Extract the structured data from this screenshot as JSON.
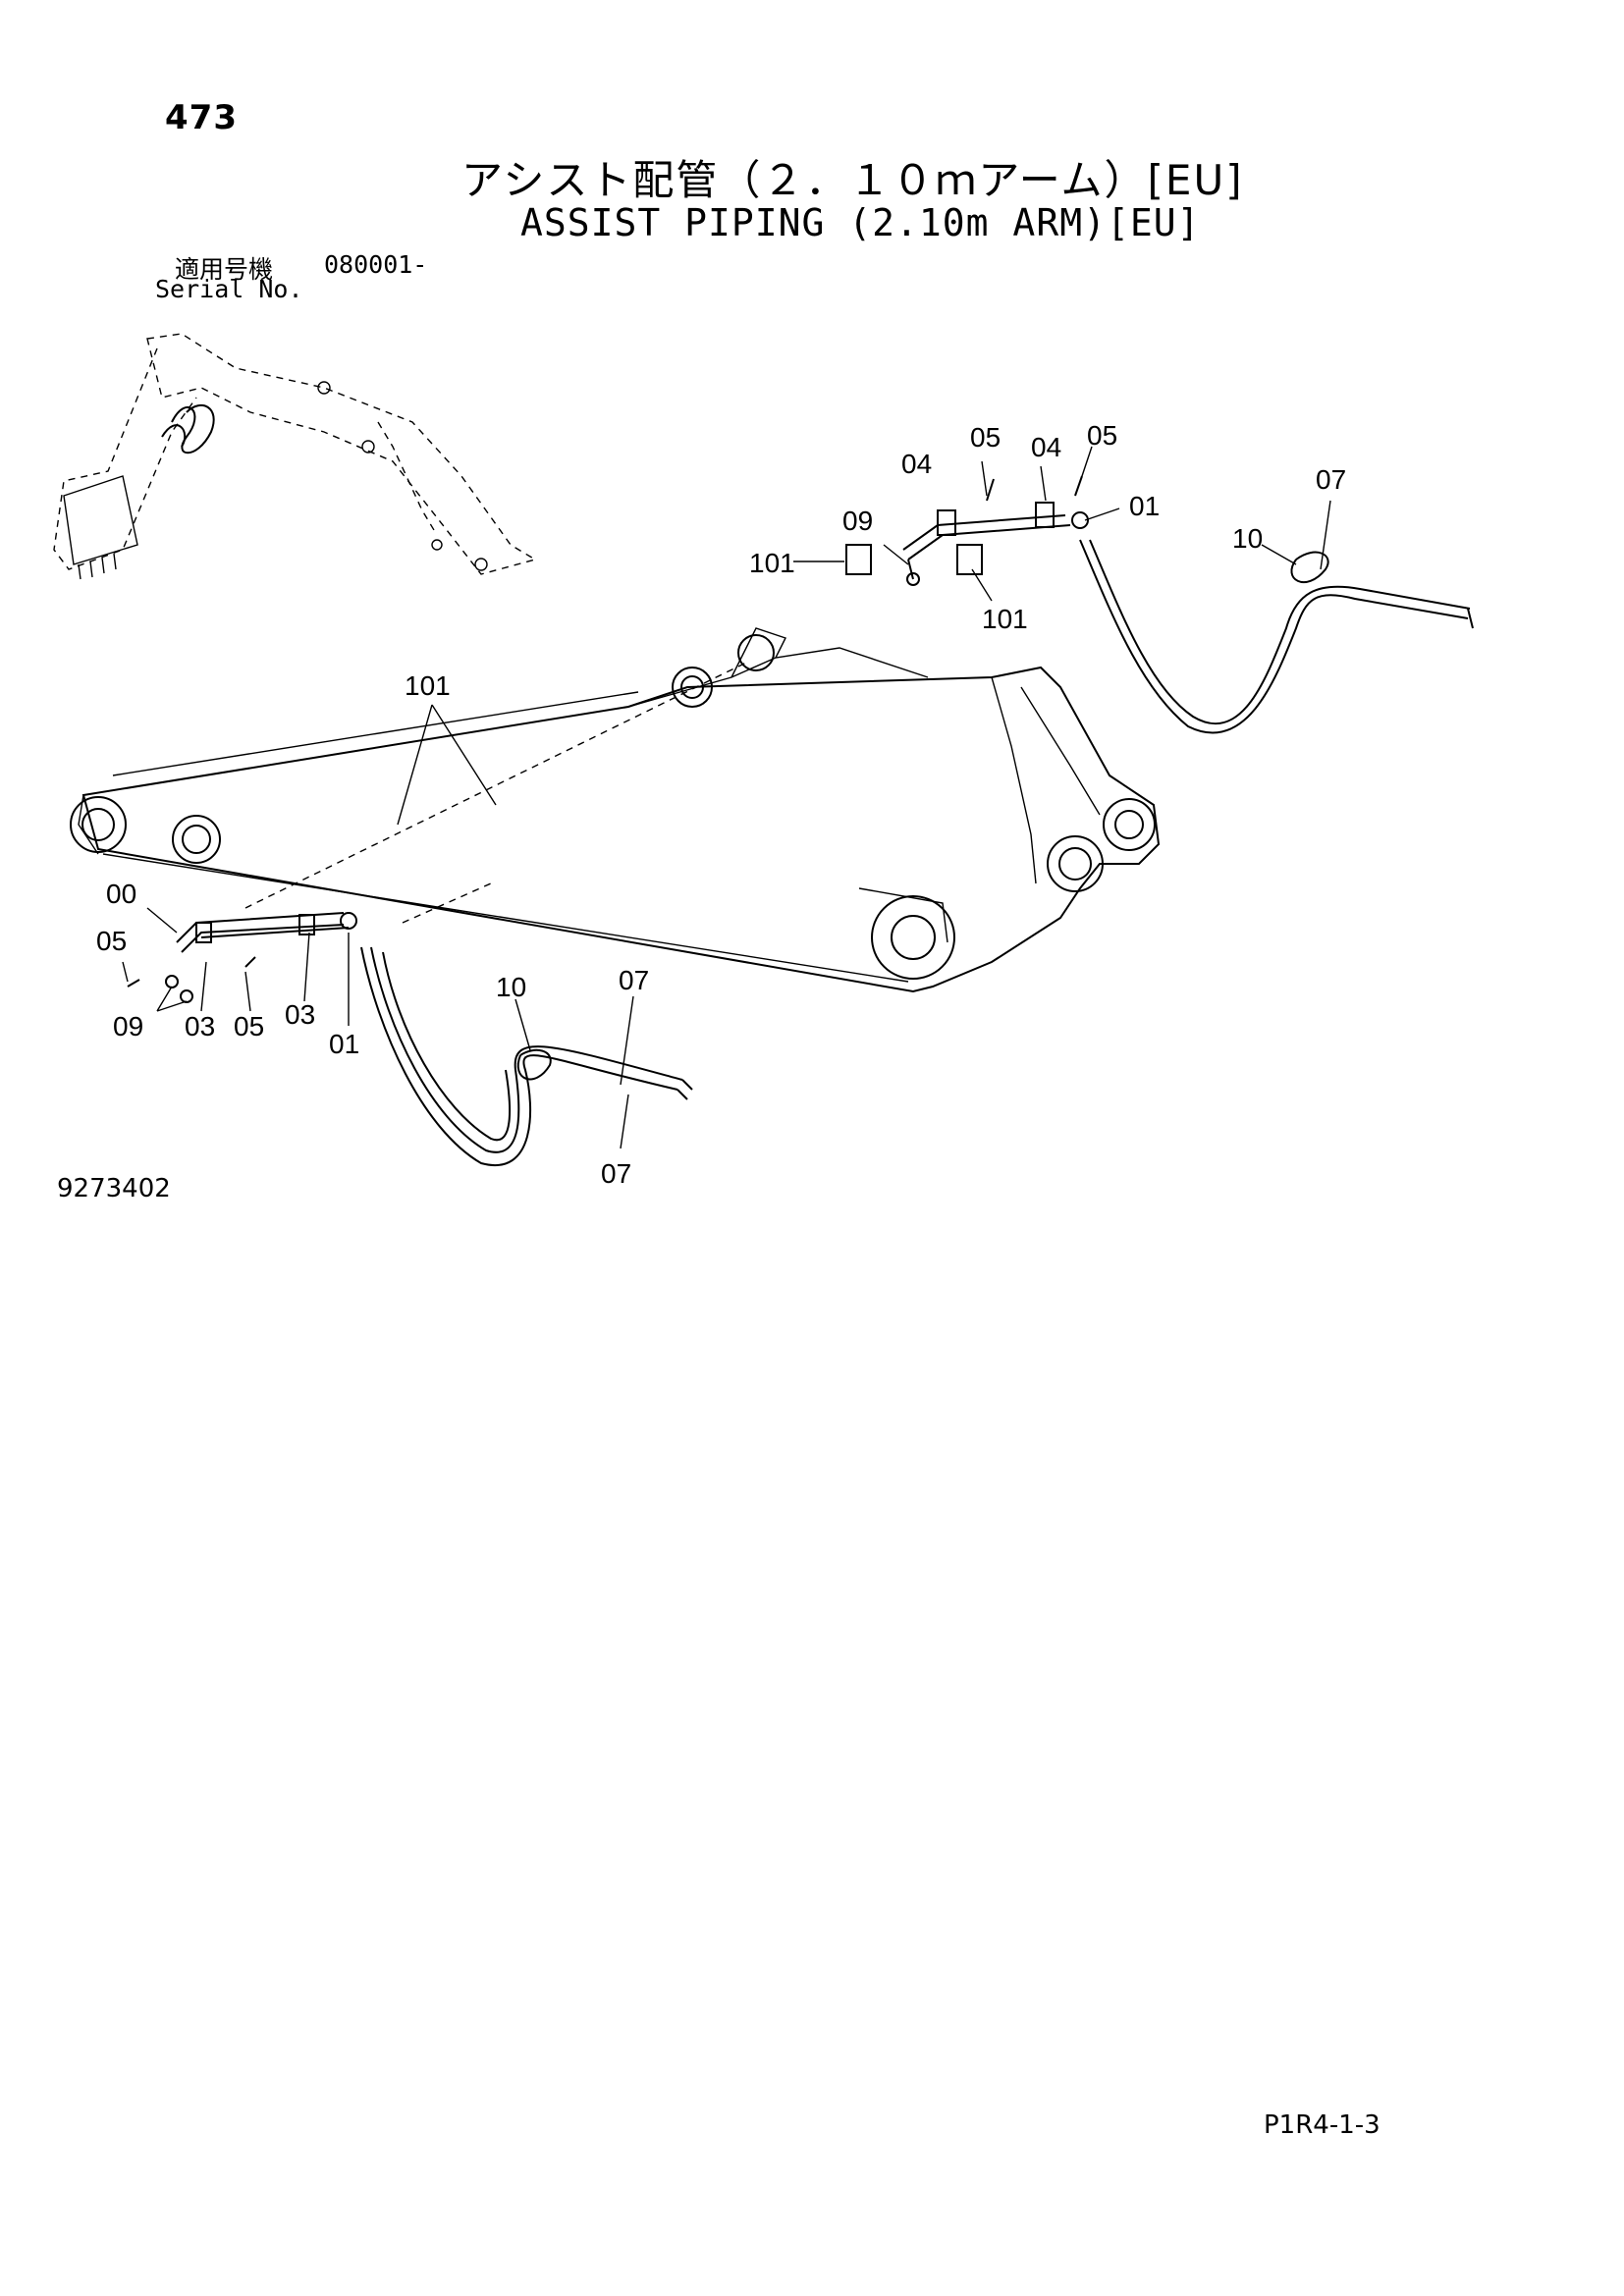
{
  "page": {
    "number": "473",
    "title_jp": "アシスト配管（２．１０ｍアーム）[EU]",
    "title_en": "ASSIST PIPING (2.10m ARM)[EU]",
    "serial_label_jp": "適用号機",
    "serial_label_en": "Serial No.",
    "serial_value": "080001-",
    "drawing_number": "9273402",
    "sheet_code": "P1R4-1-3"
  },
  "labels": [
    {
      "id": "00",
      "text": "00"
    },
    {
      "id": "01a",
      "text": "01"
    },
    {
      "id": "01b",
      "text": "01"
    },
    {
      "id": "03a",
      "text": "03"
    },
    {
      "id": "03b",
      "text": "03"
    },
    {
      "id": "04a",
      "text": "04"
    },
    {
      "id": "04b",
      "text": "04"
    },
    {
      "id": "05a",
      "text": "05"
    },
    {
      "id": "05b",
      "text": "05"
    },
    {
      "id": "05c",
      "text": "05"
    },
    {
      "id": "05d",
      "text": "05"
    },
    {
      "id": "07a",
      "text": "07"
    },
    {
      "id": "07b",
      "text": "07"
    },
    {
      "id": "07c",
      "text": "07"
    },
    {
      "id": "09a",
      "text": "09"
    },
    {
      "id": "09b",
      "text": "09"
    },
    {
      "id": "10a",
      "text": "10"
    },
    {
      "id": "10b",
      "text": "10"
    },
    {
      "id": "101a",
      "text": "101"
    },
    {
      "id": "101b",
      "text": "101"
    },
    {
      "id": "101c",
      "text": "101"
    }
  ]
}
